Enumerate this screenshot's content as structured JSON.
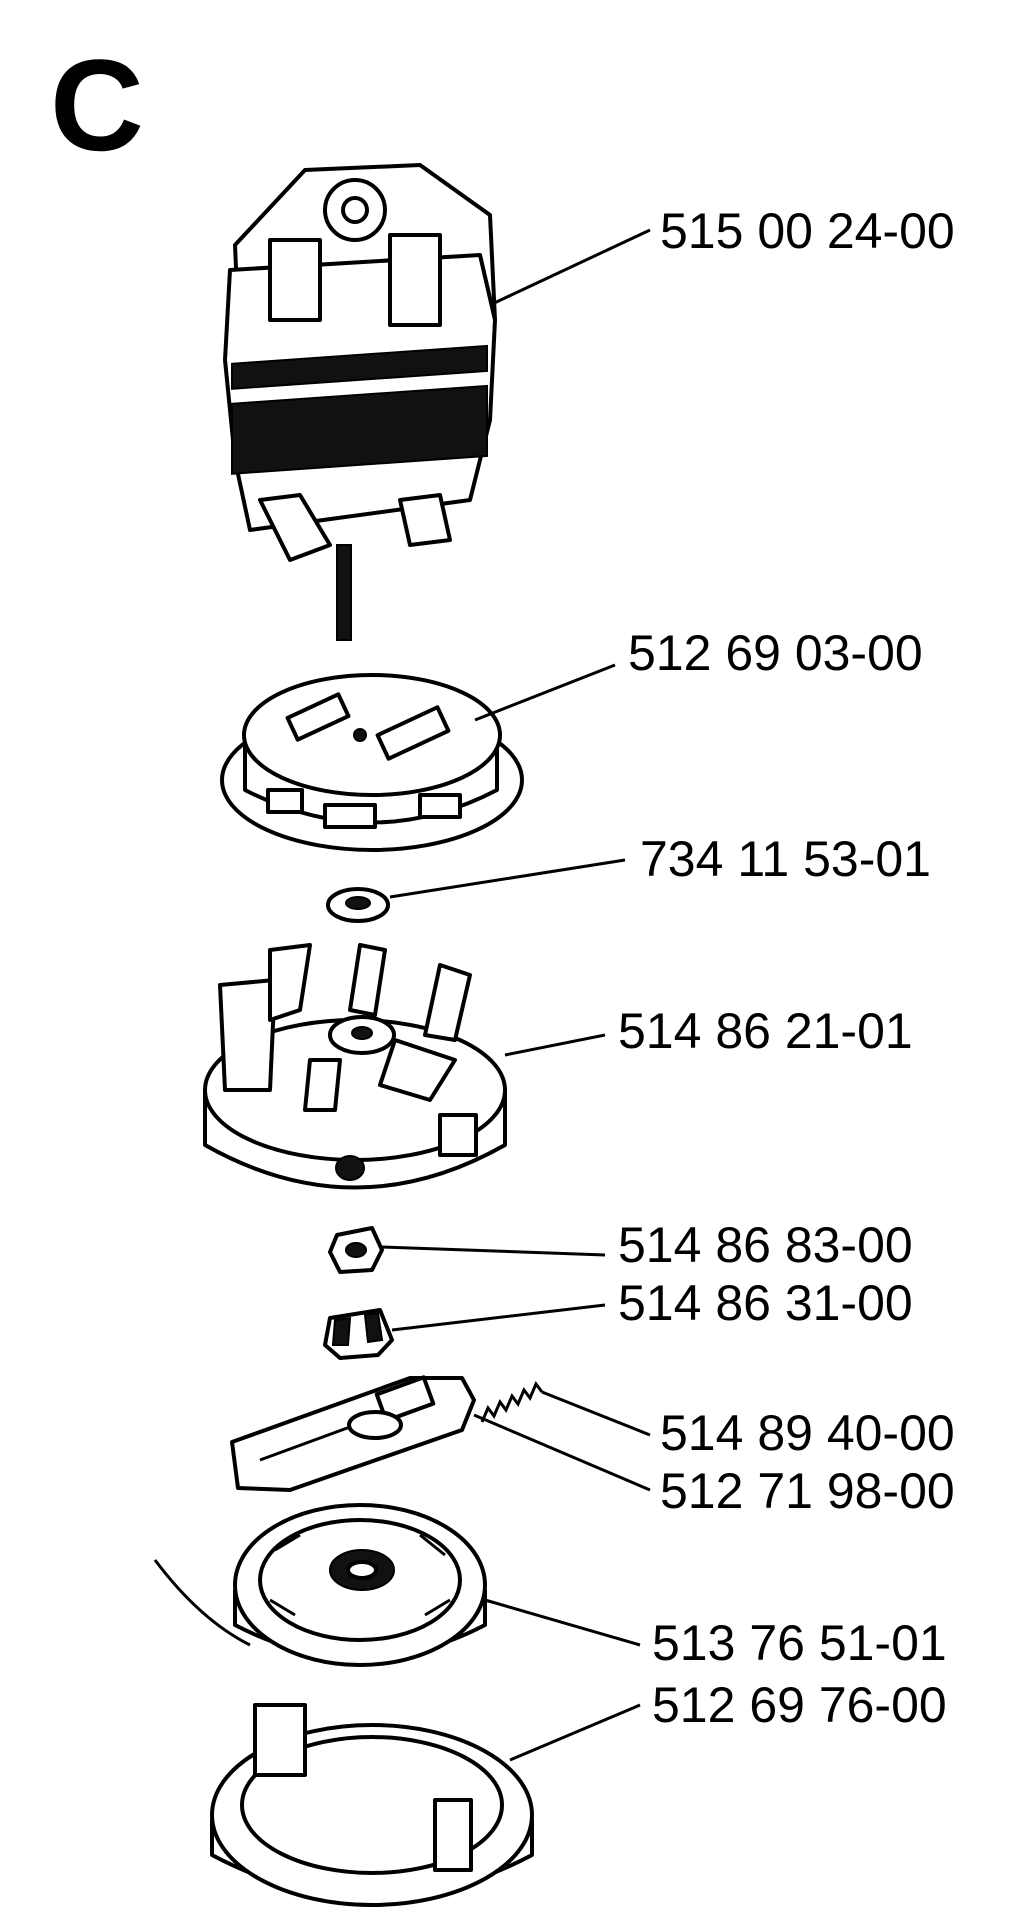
{
  "section_letter": "C",
  "parts": [
    {
      "number": "515 00 24-00",
      "icon": "electric-motor"
    },
    {
      "number": "512 69 03-00",
      "icon": "motor-mount-plate"
    },
    {
      "number": "734 11 53-01",
      "icon": "washer"
    },
    {
      "number": "514 86 21-01",
      "icon": "fan-impeller"
    },
    {
      "number": "514 86 83-00",
      "icon": "nut"
    },
    {
      "number": "514 86 31-00",
      "icon": "hub"
    },
    {
      "number": "514 89 40-00",
      "icon": "spring"
    },
    {
      "number": "512 71 98-00",
      "icon": "lever"
    },
    {
      "number": "513 76 51-01",
      "icon": "line-spool"
    },
    {
      "number": "512 69 76-00",
      "icon": "spool-cover"
    }
  ]
}
